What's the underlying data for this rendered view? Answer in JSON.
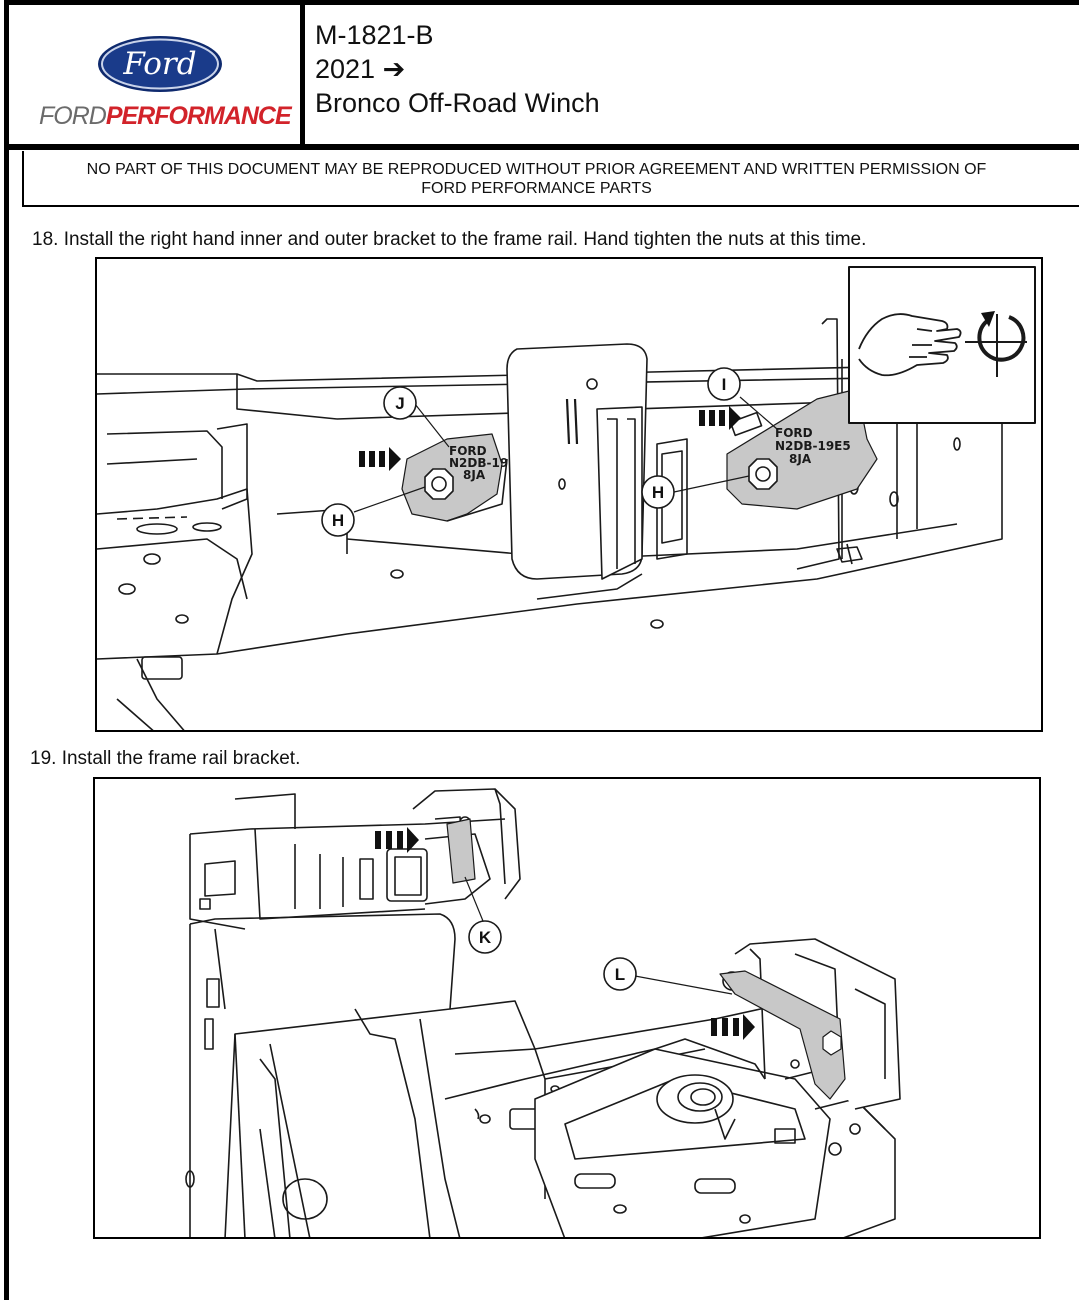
{
  "header": {
    "brand": {
      "wordmark": "Ford",
      "tagline_part1": "FORD",
      "tagline_part2": "PERFORMANCE"
    },
    "part_number": "M-1821-B",
    "model_year": "2021 ➔",
    "product": "Bronco Off-Road Winch"
  },
  "notice": {
    "line1": "NO PART OF THIS DOCUMENT MAY BE REPRODUCED WITHOUT PRIOR AGREEMENT AND WRITTEN PERMISSION OF",
    "line2": "FORD PERFORMANCE PARTS"
  },
  "steps": [
    {
      "text": "18. Install the right hand inner and outer bracket to the frame rail. Hand tighten the nuts at this time.",
      "callouts": {
        "j": "J",
        "i": "I",
        "h1": "H",
        "h2": "H"
      },
      "stamps": {
        "left_1": "FORD",
        "left_2": "N2DB-19",
        "left_3": "8JA",
        "right_1": "FORD",
        "right_2": "N2DB-19E5",
        "right_3": "8JA"
      },
      "inset_icons": [
        "hand-icon",
        "rotate-icon"
      ]
    },
    {
      "text": "19. Install the frame rail bracket.",
      "callouts": {
        "k": "K",
        "l": "L"
      }
    }
  ],
  "colors": {
    "ford_blue": "#1a3b8a",
    "ford_red": "#d2232a",
    "bracket_gray": "#c8c8c8"
  }
}
